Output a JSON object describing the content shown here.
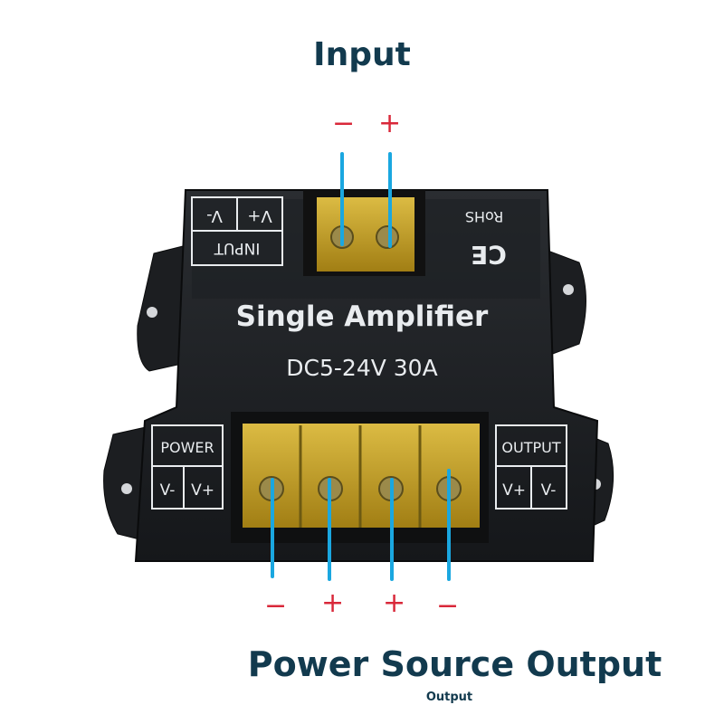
{
  "headings": {
    "input": "Input",
    "output": "Power Source Output",
    "output_sub": "Output"
  },
  "device": {
    "name": "Single Amplifier",
    "rating": "DC5-24V  30A",
    "rohs": "RoHS",
    "ce": "CE",
    "input_label": "INPUT",
    "input_vminus": "V-",
    "input_vplus": "V+",
    "power_label": "POWER",
    "power_vminus": "V-",
    "power_vplus": "V+",
    "output_label": "OUTPUT",
    "output_vplus": "V+",
    "output_vminus": "V-"
  },
  "polarity": {
    "input": [
      "−",
      "+"
    ],
    "output": [
      "−",
      "+",
      "+",
      "−"
    ]
  },
  "colors": {
    "heading": "#123a4e",
    "polarity_sign": "#d9283a",
    "wire": "#1aa7e0",
    "terminal": "#d9b21e"
  }
}
